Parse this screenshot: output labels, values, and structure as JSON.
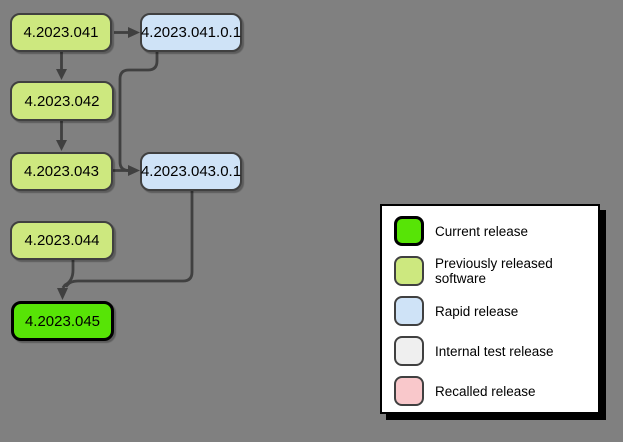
{
  "diagram": {
    "background_color": "#808080",
    "connector_color": "#404040",
    "palette": {
      "current": "#57e406",
      "previous": "#cde87f",
      "rapid": "#cfe3f7",
      "internal_test": "#efefef",
      "recalled": "#f9c8cb"
    },
    "border": {
      "normal": "#404040",
      "current": "#000000"
    },
    "nodes": [
      {
        "id": "v041",
        "label": "4.2023.041",
        "type": "previous"
      },
      {
        "id": "v04101",
        "label": "4.2023.041.0.1",
        "type": "rapid"
      },
      {
        "id": "v042",
        "label": "4.2023.042",
        "type": "previous"
      },
      {
        "id": "v043",
        "label": "4.2023.043",
        "type": "previous"
      },
      {
        "id": "v04301",
        "label": "4.2023.043.0.1",
        "type": "rapid"
      },
      {
        "id": "v044",
        "label": "4.2023.044",
        "type": "previous"
      },
      {
        "id": "v045",
        "label": "4.2023.045",
        "type": "current"
      }
    ],
    "edges": [
      {
        "from": "4.2023.041",
        "to": "4.2023.041.0.1"
      },
      {
        "from": "4.2023.041",
        "to": "4.2023.042"
      },
      {
        "from": "4.2023.042",
        "to": "4.2023.043"
      },
      {
        "from": "4.2023.043",
        "to": "4.2023.043.0.1"
      },
      {
        "from": "4.2023.041.0.1",
        "to": "4.2023.043.0.1"
      },
      {
        "from": "4.2023.043",
        "to": "4.2023.044"
      },
      {
        "from": "4.2023.044",
        "to": "4.2023.045"
      },
      {
        "from": "4.2023.043.0.1",
        "to": "4.2023.045"
      }
    ]
  },
  "legend": {
    "items": [
      {
        "label": "Current release",
        "color": "#57e406",
        "border": "#000000"
      },
      {
        "label": "Previously released software",
        "color": "#cde87f",
        "border": "#404040"
      },
      {
        "label": "Rapid release",
        "color": "#cfe3f7",
        "border": "#404040"
      },
      {
        "label": "Internal test release",
        "color": "#efefef",
        "border": "#404040"
      },
      {
        "label": "Recalled release",
        "color": "#f9c8cb",
        "border": "#404040"
      }
    ]
  }
}
